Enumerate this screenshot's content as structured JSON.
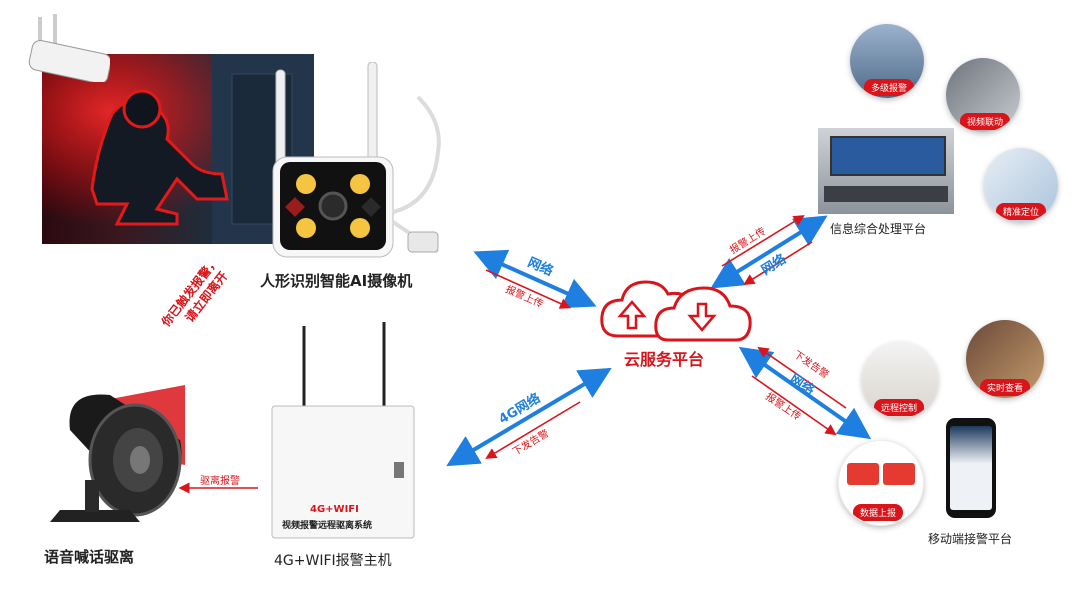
{
  "devices": {
    "camera_label": "人形识别智能AI摄像机",
    "speaker_label": "语音喊话驱离",
    "host_label": "4G+WIFI报警主机",
    "host_panel_title": "视频报警远程驱离系统",
    "host_brand": "4G+WIFI"
  },
  "cloud": {
    "label": "云服务平台"
  },
  "links": {
    "camera_top": "网络",
    "camera_bottom": "报警上传",
    "host_top": "4G网络",
    "host_bottom": "下发告警",
    "info_up": "报警上传",
    "info_net": "网络",
    "mobile_down": "下发告警",
    "mobile_net": "网络",
    "mobile_up": "报警上传",
    "speaker_link": "驱离报警"
  },
  "speaker_callout": [
    "你已触发报警，",
    "请立即离开"
  ],
  "platforms": {
    "info_label": "信息综合处理平台",
    "mobile_label": "移动端接警平台",
    "info_features": [
      "多级报警",
      "视频联动",
      "精准定位"
    ],
    "mobile_features": [
      "远程控制",
      "实时查看",
      "数据上报"
    ]
  },
  "colors": {
    "accent_red": "#d9151b",
    "accent_blue": "#1e7fe0"
  }
}
